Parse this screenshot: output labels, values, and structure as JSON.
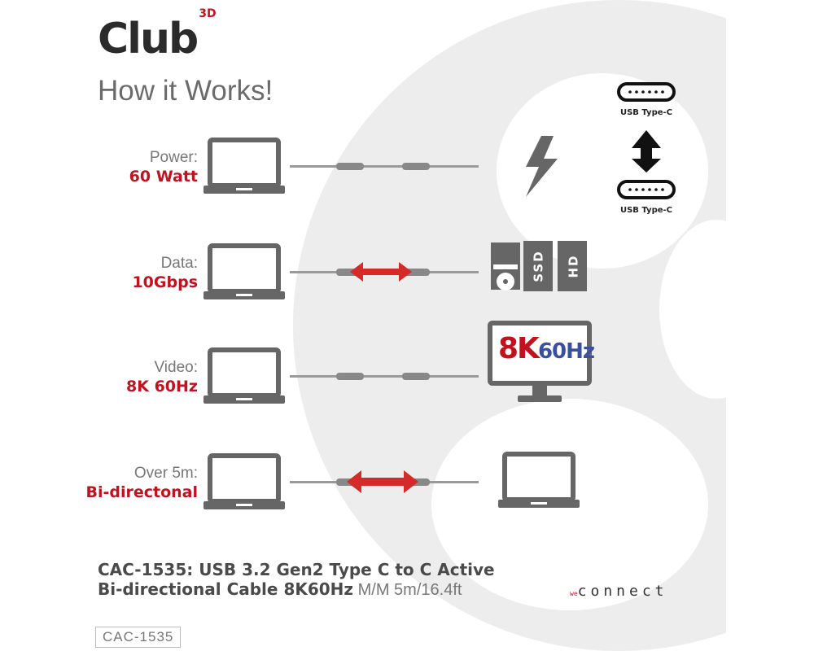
{
  "brand": {
    "logo_text": "Club",
    "logo_sup": "3D"
  },
  "headline": "How it Works!",
  "rows": [
    {
      "label": "Power:",
      "value": "60 Watt"
    },
    {
      "label": "Data:",
      "value": "10Gbps"
    },
    {
      "label": "Video:",
      "value": "8K 60Hz"
    },
    {
      "label": "Over 5m:",
      "value": "Bi-directonal"
    }
  ],
  "connectors": {
    "top_label": "USB Type-C",
    "bottom_label": "USB Type-C"
  },
  "drives": {
    "ssd": "SSD",
    "hd": "HD"
  },
  "monitor": {
    "res": "8K",
    "hz": "60Hz"
  },
  "footer": {
    "line1_bold": "CAC-1535: USB 3.2 Gen2 Type C to C Active",
    "line2_bold": "Bi-directional Cable 8K60Hz",
    "line2_normal": " M/M 5m/16.4ft",
    "connect_prefix": "we",
    "connect_text": "connect",
    "code": "CAC-1535"
  },
  "colors": {
    "accent": "#c1121f",
    "device": "#666666",
    "bg_shape": "#ececec"
  }
}
